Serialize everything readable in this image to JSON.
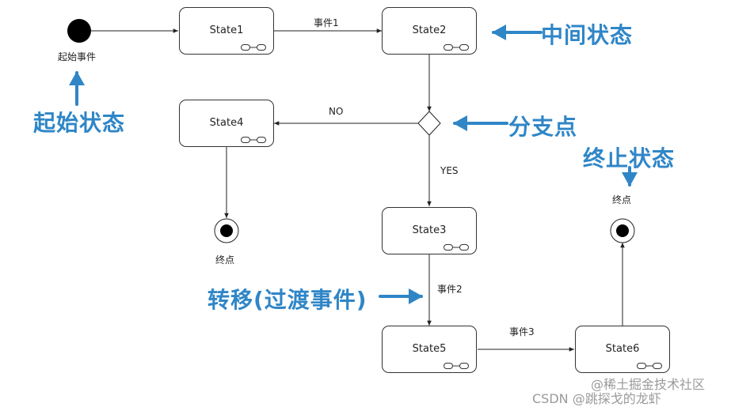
{
  "states": {
    "s1": "State1",
    "s2": "State2",
    "s3": "State3",
    "s4": "State4",
    "s5": "State5",
    "s6": "State6"
  },
  "nodes": {
    "start_label": "起始事件",
    "end_left_label": "终点",
    "end_right_label": "终点"
  },
  "transitions": {
    "e1": "事件1",
    "e2": "事件2",
    "e3": "事件3",
    "no": "NO",
    "yes": "YES"
  },
  "annotations": {
    "start_state": "起始状态",
    "middle_state": "中间状态",
    "branch_point": "分支点",
    "end_state": "终止状态",
    "transition": "转移(过渡事件)"
  },
  "watermark": {
    "line1": "@稀土掘金技术社区",
    "line2": "CSDN @跳探戈的龙虾"
  },
  "colors": {
    "annotation": "#2f86c7",
    "line": "#222222",
    "watermark": "#9a9a9a"
  }
}
